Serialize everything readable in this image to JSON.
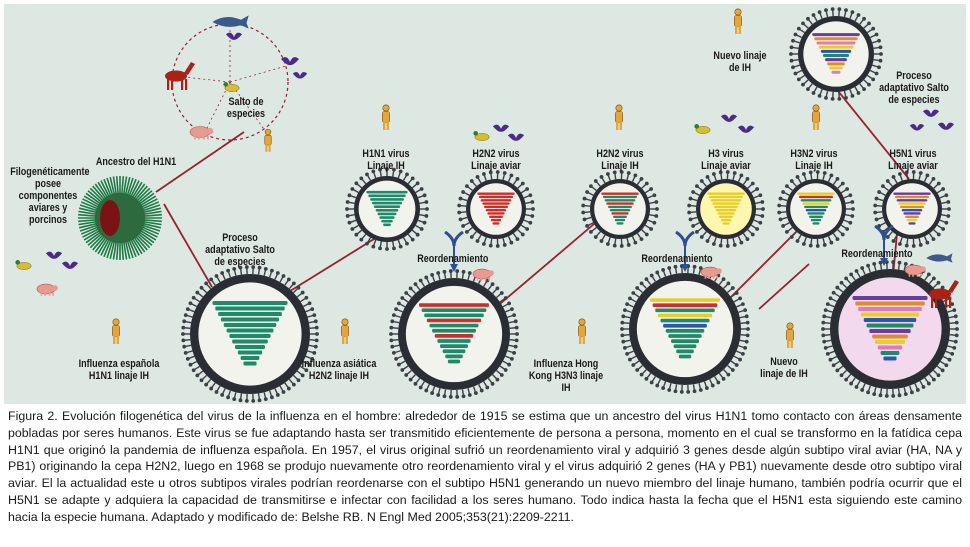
{
  "labels": {
    "ancestor": "Ancestro del H1N1",
    "phylo": "Filogenéticamente posee componentes aviares y porcinos",
    "jump_top": "Salto de especies",
    "adaptive_left": "Proceso adaptativo Salto de especies",
    "h1n1_human": "H1N1 virus Linaje IH",
    "h2n2_avian": "H2N2 virus Linaje aviar",
    "h2n2_human": "H2N2 virus Linaje IH",
    "h3_avian": "H3 virus Linaje aviar",
    "h3n2_human": "H3N2 virus Linaje IH",
    "h5n1_avian": "H5N1 virus Linaje aviar",
    "new_lineage_top": "Nuevo linaje de IH",
    "adaptive_right": "Proceso adaptativo Salto de especies",
    "reassort_1": "Reordenamiento",
    "reassort_2": "Reordenamiento",
    "reassort_3": "Reordenamiento",
    "spanish_flu": "Influenza española H1N1 linaje IH",
    "asian_flu": "Influenza asiática H2N2 linaje IH",
    "hongkong_flu": "Influenza Hong Kong H3N3 linaje IH",
    "new_lineage_bottom": "Nuevo linaje de IH"
  },
  "caption": {
    "label": "Figura 2.",
    "text": "Evolución filogenética del virus de la influenza en el hombre: alrededor de 1915 se estima que un ancestro del virus H1N1 tomo contacto con áreas densamente pobladas por seres humanos. Este virus se fue adaptando hasta ser transmitido eficientemente de persona a persona, momento en el cual se transformo en la fatídica cepa H1N1 que originó la pandemia de influenza española. En 1957, el virus original sufrió un reordenamiento viral y adquirió 3 genes desde algún subtipo viral aviar (HA, NA y PB1) originando la cepa H2N2, luego en 1968 se produjo nuevamente otro reordenamiento viral y el virus adquirió 2 genes (HA y PB1) nuevamente desde otro subtipo viral aviar. El la actualidad este u otros subtipos virales podrían reordenarse con el subtipo H5N1 generando un nuevo miembro del linaje humano, también podría ocurrir que el H5N1 se adapte y adquiera la capacidad de transmitirse e infectar con facilidad a los seres humano. Todo indica hasta la fecha que el H5N1 esta siguiendo este camino hacia la especie humana. Adaptado y modificado de: Belshe RB. N Engl Med 2005;353(21):2209-2211."
  },
  "colors": {
    "background": "#dde8e2",
    "virus_shell": "#2a2d33",
    "spike": "#3d4046",
    "arrow": "#9a1f35",
    "reassort_arrow": "#2a4f93",
    "human_figure": "#e2a63b",
    "bird": "#4a2c88",
    "pig": "#e79a90",
    "horse": "#a82215",
    "duck": "#d7bd32"
  }
}
